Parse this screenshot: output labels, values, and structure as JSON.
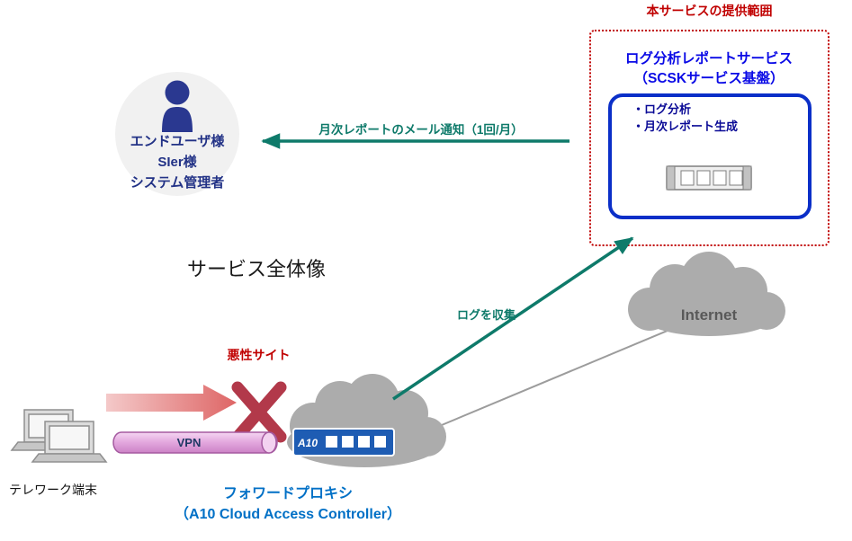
{
  "colors": {
    "teal": "#0E7A6A",
    "scope_red": "#C00000",
    "navy": "#223286",
    "service_blue": "#0A0AE6",
    "feature_blue": "#0A0A96",
    "proxy_blue": "#0070C6",
    "cloud_gray": "#ACACAC",
    "internet_text": "#595959",
    "block_red": "#B2394A",
    "vpn_pink": "#E2A6DD",
    "device_blue": "#1E5CB3"
  },
  "scope": {
    "label": "本サービスの提供範囲",
    "title_line1": "ログ分析レポートサービス",
    "title_line2": "（SCSKサービス基盤）",
    "features": [
      "・ログ分析",
      "・月次レポート生成"
    ]
  },
  "users": {
    "line1": "エンドユーザ様",
    "line2": "SIer様",
    "line3": "システム管理者"
  },
  "flows": {
    "mail_notice": "月次レポートのメール通知（1回/月）",
    "log_collect": "ログを収集"
  },
  "diagram_title": "サービス全体像",
  "internet": {
    "label": "Internet"
  },
  "endpoint": {
    "label": "テレワーク端末"
  },
  "threat": {
    "label": "悪性サイト"
  },
  "tunnel": {
    "label": "VPN"
  },
  "device": {
    "label": "A10"
  },
  "proxy": {
    "line1": "フォワードプロキシ",
    "line2": "（A10 Cloud Access Controller）"
  },
  "icons": {
    "person-icon": "user-silhouette",
    "server-icon": "rack-server",
    "internet-cloud-icon": "cloud",
    "proxy-cloud-icon": "cloud",
    "laptop-icon": "laptop",
    "block-x-icon": "red-cross",
    "attack-arrow": "thick-red-arrow",
    "vpn-tunnel": "pink-cylinder"
  }
}
